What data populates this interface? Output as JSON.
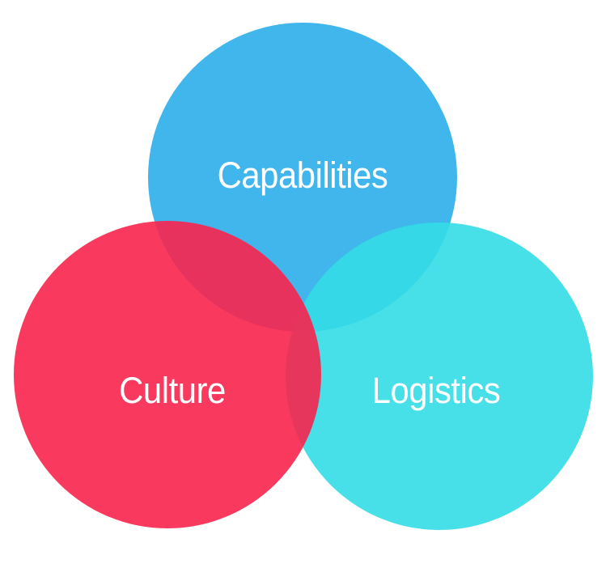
{
  "diagram": {
    "type": "venn",
    "background_color": "#ffffff",
    "text_color": "#ffffff",
    "circle_opacity": 0.9,
    "circles": [
      {
        "id": "capabilities",
        "label": "Capabilities",
        "position": "top",
        "fill": "#2CAEEAE6",
        "base_color": "#2CAEEA",
        "displayed_solid_color": "#41B6EC"
      },
      {
        "id": "culture",
        "label": "Culture",
        "position": "bottom-left",
        "fill": "#F8244CE6",
        "base_color": "#F8244C",
        "displayed_solid_color": "#F93A5E"
      },
      {
        "id": "logistics",
        "label": "Logistics",
        "position": "bottom-right",
        "fill": "#33DBE5E6",
        "base_color": "#33DBE5",
        "displayed_solid_color": "#47DFE8"
      }
    ]
  }
}
